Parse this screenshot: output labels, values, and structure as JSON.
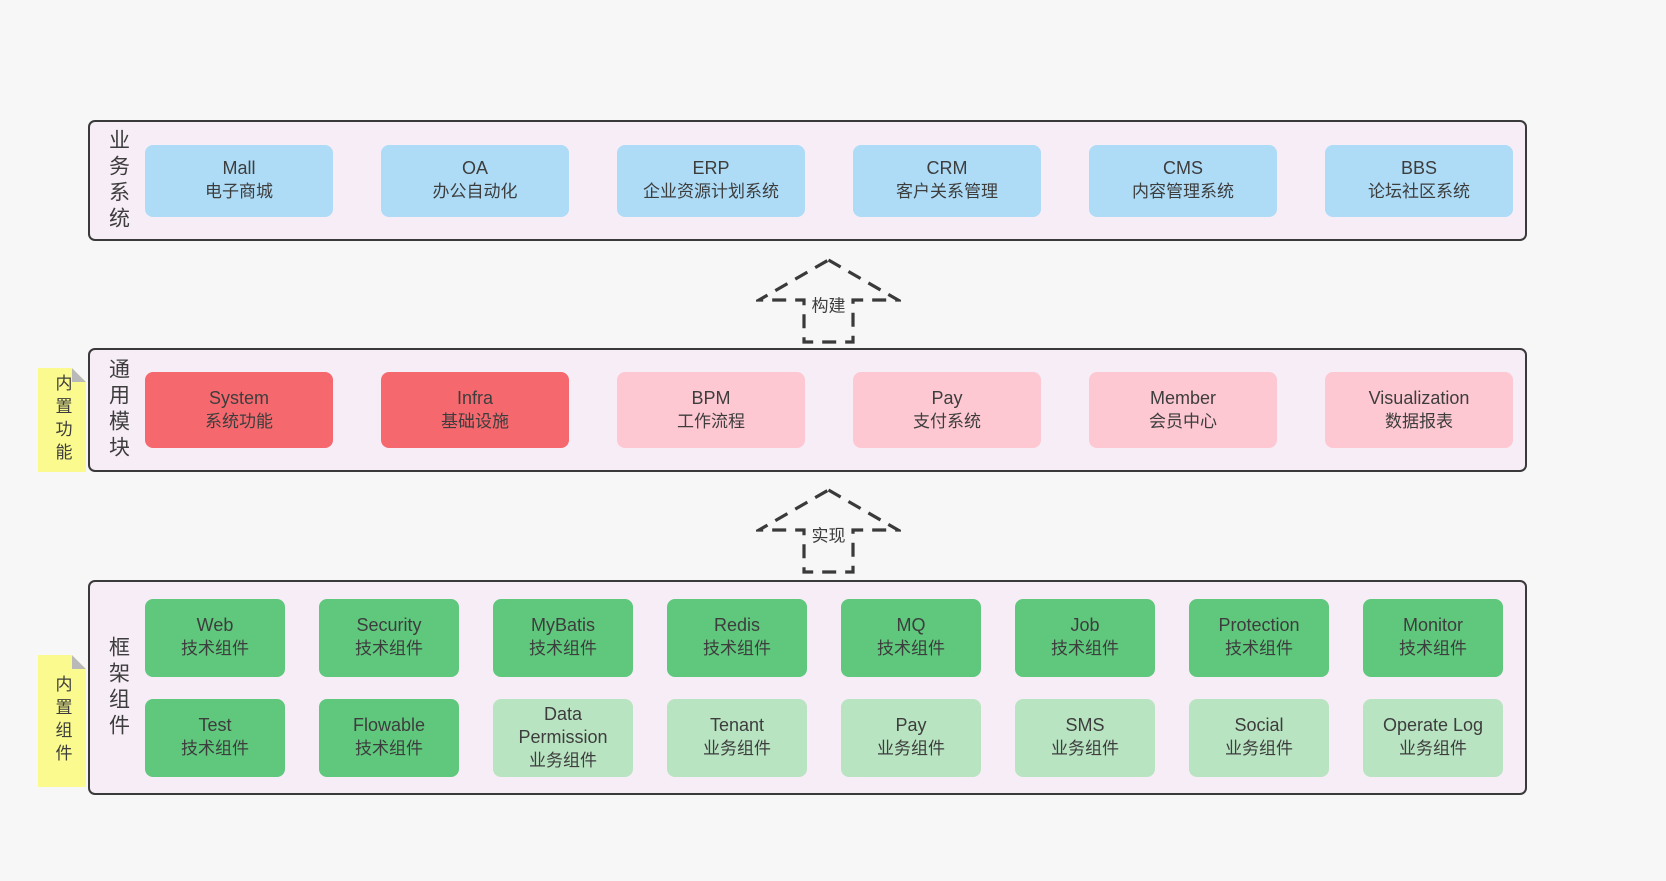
{
  "colors": {
    "page_bg": "#f7f7f7",
    "band_bg": "#f7edf6",
    "band_border": "#3a3a3a",
    "text": "#3d3d3d",
    "box_blue": "#aedcf7",
    "box_red": "#f5696e",
    "box_pink": "#fdc8d2",
    "box_green_dark": "#5fc87d",
    "box_green_light": "#b9e4c2",
    "sticky_yellow": "#fafa8e",
    "sticky_fold": "#b9b9b9"
  },
  "bands": [
    {
      "name": "business-systems",
      "label": "业务系统",
      "sticky": null,
      "rows": [
        {
          "boxes": [
            {
              "title": "Mall",
              "subtitle": "电子商城",
              "style": "blue"
            },
            {
              "title": "OA",
              "subtitle": "办公自动化",
              "style": "blue"
            },
            {
              "title": "ERP",
              "subtitle": "企业资源计划系统",
              "style": "blue"
            },
            {
              "title": "CRM",
              "subtitle": "客户关系管理",
              "style": "blue"
            },
            {
              "title": "CMS",
              "subtitle": "内容管理系统",
              "style": "blue"
            },
            {
              "title": "BBS",
              "subtitle": "论坛社区系统",
              "style": "blue"
            }
          ]
        }
      ]
    },
    {
      "name": "common-modules",
      "label": "通用模块",
      "sticky": "内置功能",
      "rows": [
        {
          "boxes": [
            {
              "title": "System",
              "subtitle": "系统功能",
              "style": "red"
            },
            {
              "title": "Infra",
              "subtitle": "基础设施",
              "style": "red"
            },
            {
              "title": "BPM",
              "subtitle": "工作流程",
              "style": "pink"
            },
            {
              "title": "Pay",
              "subtitle": "支付系统",
              "style": "pink"
            },
            {
              "title": "Member",
              "subtitle": "会员中心",
              "style": "pink"
            },
            {
              "title": "Visualization",
              "subtitle": "数据报表",
              "style": "pink"
            }
          ]
        }
      ]
    },
    {
      "name": "framework-components",
      "label": "框架组件",
      "sticky": "内置组件",
      "rows": [
        {
          "boxes": [
            {
              "title": "Web",
              "subtitle": "技术组件",
              "style": "green-dark"
            },
            {
              "title": "Security",
              "subtitle": "技术组件",
              "style": "green-dark"
            },
            {
              "title": "MyBatis",
              "subtitle": "技术组件",
              "style": "green-dark"
            },
            {
              "title": "Redis",
              "subtitle": "技术组件",
              "style": "green-dark"
            },
            {
              "title": "MQ",
              "subtitle": "技术组件",
              "style": "green-dark"
            },
            {
              "title": "Job",
              "subtitle": "技术组件",
              "style": "green-dark"
            },
            {
              "title": "Protection",
              "subtitle": "技术组件",
              "style": "green-dark"
            },
            {
              "title": "Monitor",
              "subtitle": "技术组件",
              "style": "green-dark"
            }
          ]
        },
        {
          "boxes": [
            {
              "title": "Test",
              "subtitle": "技术组件",
              "style": "green-dark"
            },
            {
              "title": "Flowable",
              "subtitle": "技术组件",
              "style": "green-dark"
            },
            {
              "title": "Data Permission",
              "subtitle": "业务组件",
              "style": "green-light"
            },
            {
              "title": "Tenant",
              "subtitle": "业务组件",
              "style": "green-light"
            },
            {
              "title": "Pay",
              "subtitle": "业务组件",
              "style": "green-light"
            },
            {
              "title": "SMS",
              "subtitle": "业务组件",
              "style": "green-light"
            },
            {
              "title": "Social",
              "subtitle": "业务组件",
              "style": "green-light"
            },
            {
              "title": "Operate Log",
              "subtitle": "业务组件",
              "style": "green-light"
            }
          ]
        }
      ]
    }
  ],
  "arrows": [
    {
      "label": "构建"
    },
    {
      "label": "实现"
    }
  ]
}
